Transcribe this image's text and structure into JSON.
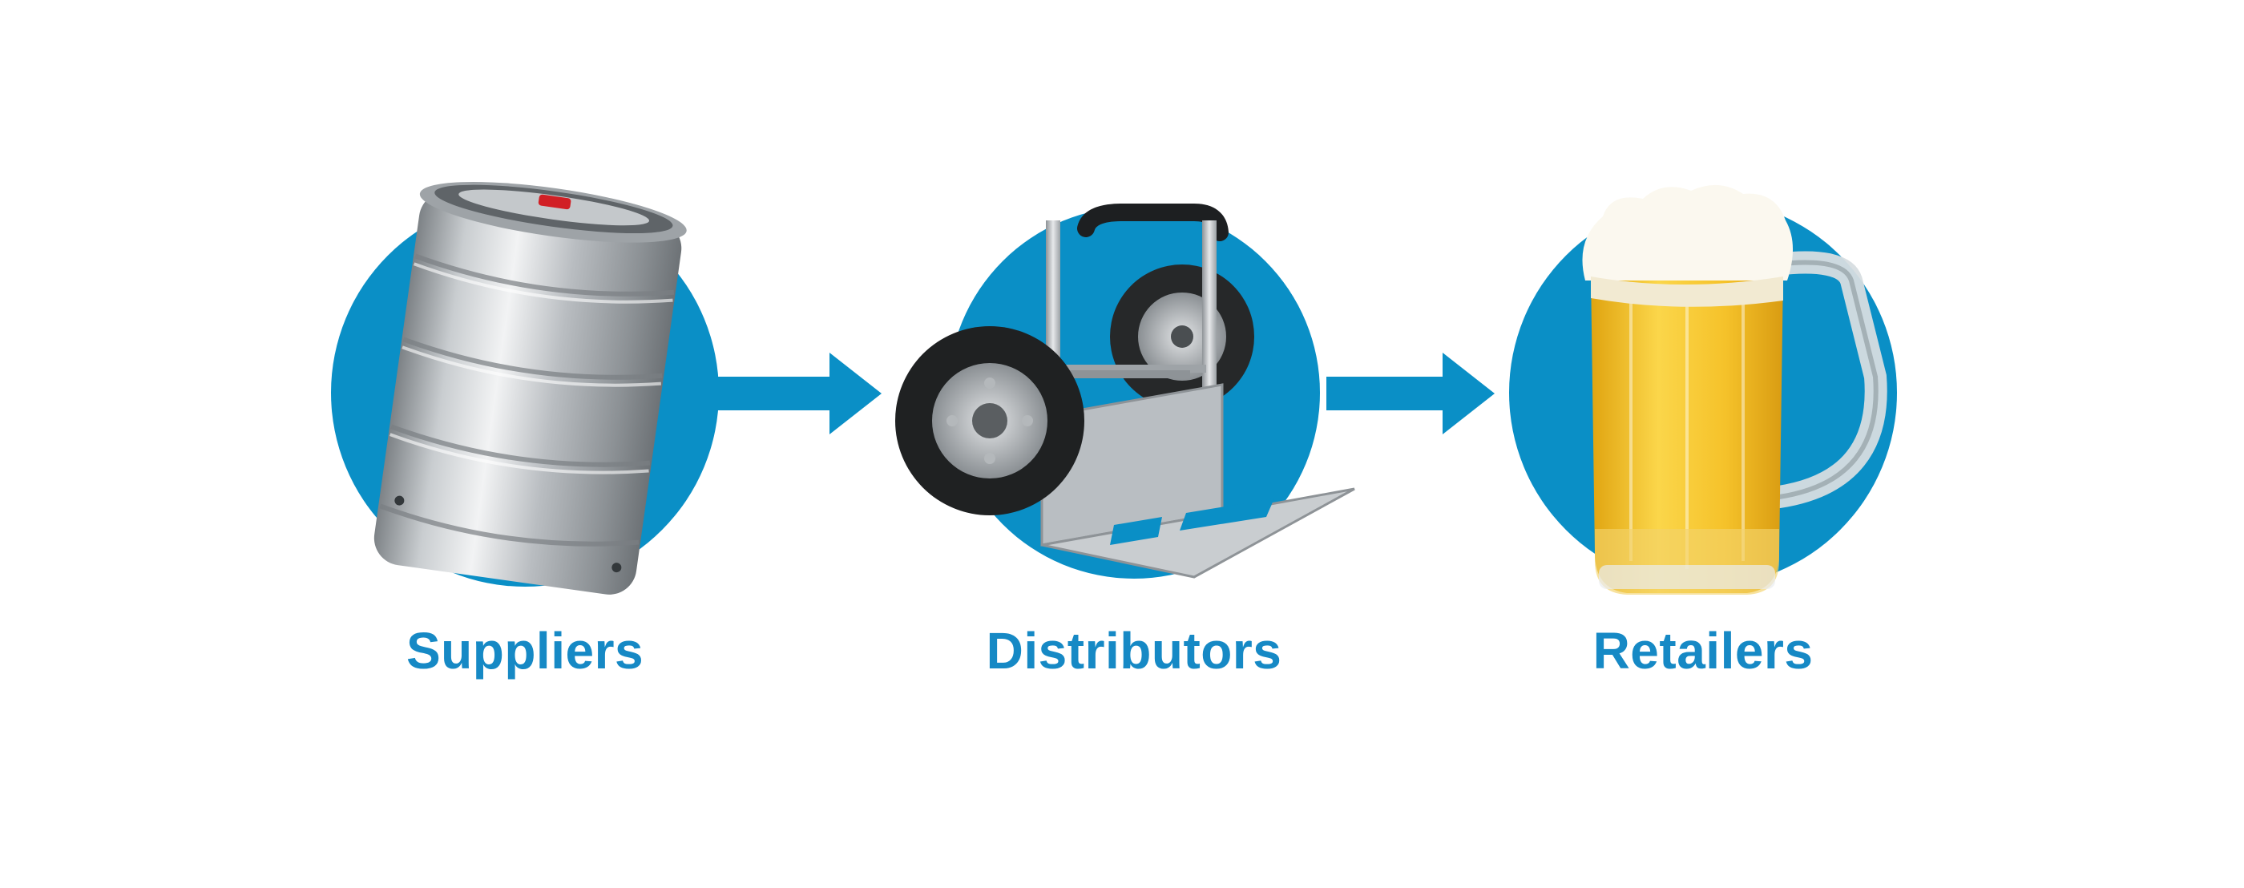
{
  "diagram": {
    "accent_color": "#0a8fc6",
    "label_color": "#1689c5",
    "stages": [
      {
        "label": "Suppliers",
        "icon": "beer-keg-icon"
      },
      {
        "label": "Distributors",
        "icon": "hand-truck-icon"
      },
      {
        "label": "Retailers",
        "icon": "beer-mug-icon"
      }
    ],
    "connectors": [
      {
        "from": "Suppliers",
        "to": "Distributors",
        "icon": "arrow-right-icon"
      },
      {
        "from": "Distributors",
        "to": "Retailers",
        "icon": "arrow-right-icon"
      }
    ]
  }
}
